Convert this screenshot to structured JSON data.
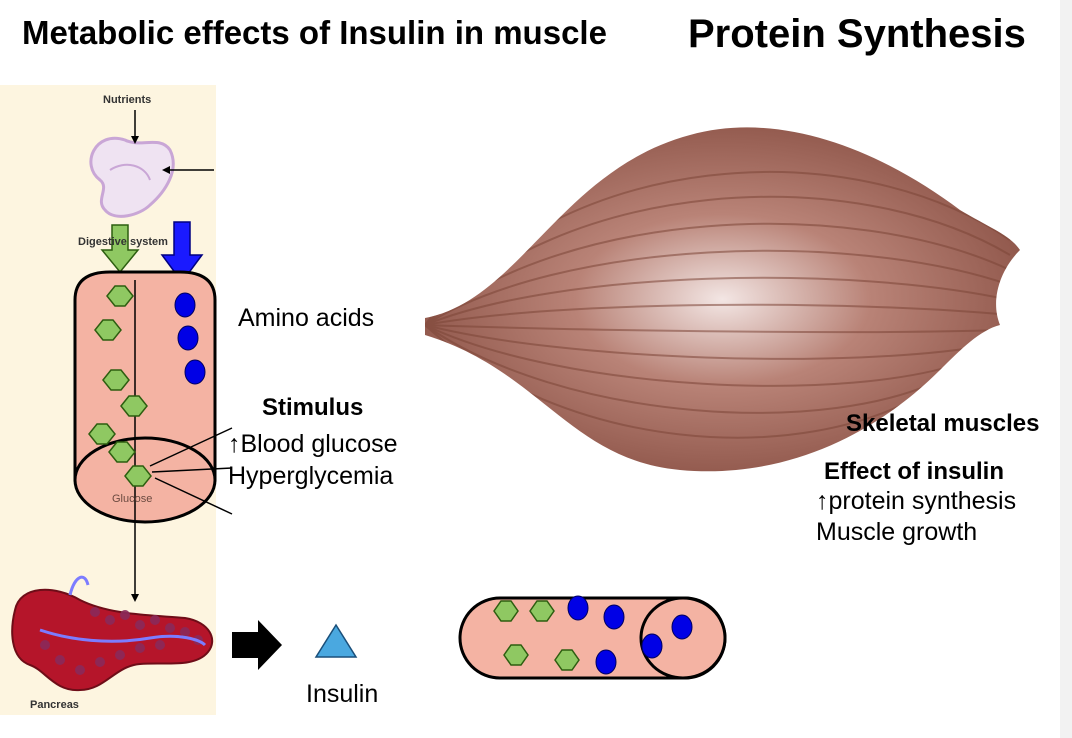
{
  "titles": {
    "left": "Metabolic effects of Insulin in muscle",
    "right": "Protein Synthesis"
  },
  "left_panel": {
    "nutrients": "Nutrients",
    "digestive": "Digestive system",
    "glucose": "Glucose",
    "pancreas": "Pancreas"
  },
  "labels": {
    "amino_acids": "Amino acids",
    "stimulus": "Stimulus",
    "blood_glucose": "↑Blood glucose",
    "hyperglycemia": "Hyperglycemia",
    "insulin": "Insulin",
    "skeletal_muscles": "Skeletal muscles",
    "effect_title": "Effect of insulin",
    "protein_synthesis": "↑protein synthesis",
    "muscle_growth": "Muscle growth"
  },
  "colors": {
    "vessel_fill": "#f4b3a3",
    "glucose_green": "#8fc862",
    "amino_blue": "#0000e6",
    "insulin_blue": "#4aa8e0",
    "muscle_brown": "#9c6255",
    "panel_bg": "#fdf5e0"
  }
}
